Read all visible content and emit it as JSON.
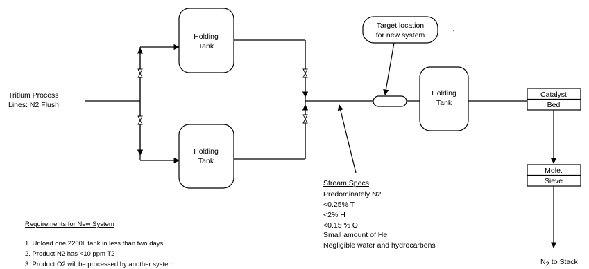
{
  "inlet": {
    "line1": "Tritium Process",
    "line2": "Lines:  N2 Flush"
  },
  "tank_top": {
    "line1": "Holding",
    "line2": "Tank"
  },
  "tank_bottom": {
    "line1": "Holding",
    "line2": "Tank"
  },
  "tank_right": {
    "line1": "Holding",
    "line2": "Tank"
  },
  "target": {
    "line1": "Target location",
    "line2": "for new system"
  },
  "catalyst": {
    "line1": "Catalyst",
    "line2": "Bed"
  },
  "sieve": {
    "line1": "Mole.",
    "line2": "Sieve"
  },
  "outlet": {
    "label": "N",
    "sub": "2",
    "suffix": " to Stack"
  },
  "stream_specs": {
    "title": "Stream Specs",
    "lines": [
      "Predominately N2",
      "<0.25% T",
      "<2% H",
      "<0.15 % O",
      "Small amount of He",
      "Negligible water and hydrocarbons"
    ]
  },
  "requirements": {
    "title": "Requirements for New System",
    "items": [
      "1.  Unload one 2200L tank in less than two days",
      "2.  Product N2 has <10 ppm T2",
      "3.  Product O2 will be processed by another system"
    ]
  },
  "mark": ","
}
